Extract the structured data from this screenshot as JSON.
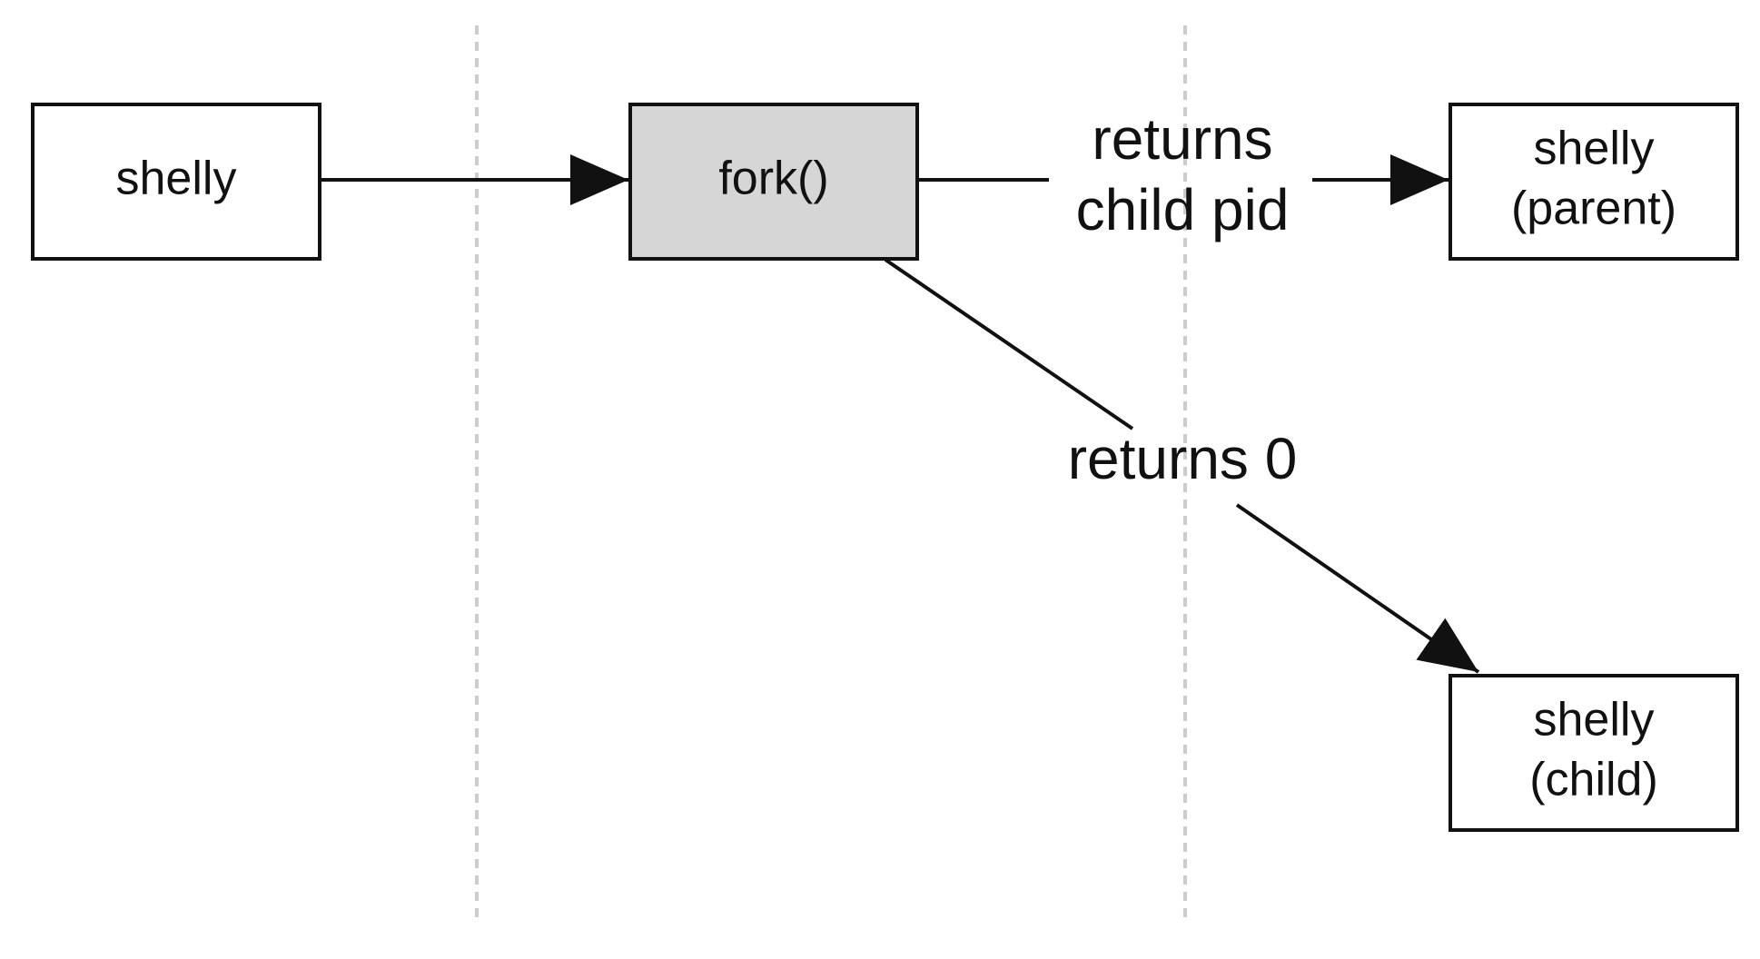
{
  "colors": {
    "box_stroke": "#111111",
    "box_fill": "#ffffff",
    "fork_fill": "#d6d6d6",
    "edge": "#111111",
    "divider": "#cccccc"
  },
  "nodes": {
    "shelly": {
      "label": "shelly"
    },
    "fork": {
      "label": "fork()"
    },
    "parent": {
      "line1": "shelly",
      "line2": "(parent)"
    },
    "child": {
      "line1": "shelly",
      "line2": "(child)"
    }
  },
  "edges": {
    "to_parent": {
      "line1": "returns",
      "line2": "child pid"
    },
    "to_child": {
      "label": "returns 0"
    }
  }
}
